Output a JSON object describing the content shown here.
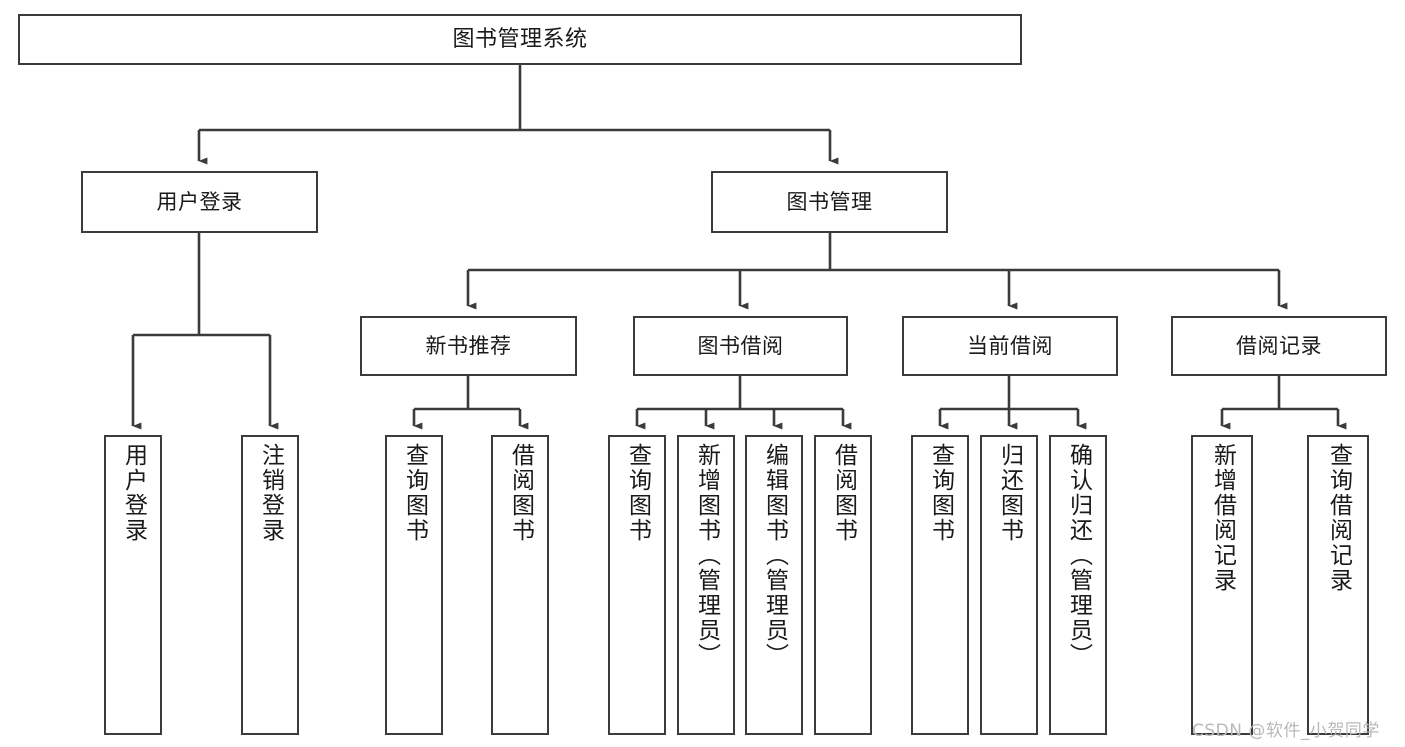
{
  "diagram": {
    "type": "tree",
    "title": "图书管理系统",
    "background_color": "#ffffff",
    "node_border_color": "#3b3b3b",
    "node_fill_color": "#ffffff",
    "edge_color": "#3b3b3b",
    "levels": 4,
    "root": {
      "label": "图书管理系统"
    },
    "branches": [
      {
        "label": "用户登录"
      },
      {
        "label": "图书管理"
      },
      {
        "label": "新书推荐"
      },
      {
        "label": "图书借阅"
      },
      {
        "label": "当前借阅"
      },
      {
        "label": "借阅记录"
      }
    ],
    "leaves": {
      "user_login": [
        {
          "label": "用户登录"
        },
        {
          "label": "注销登录"
        }
      ],
      "new_book_recommend": [
        {
          "label": "查询图书"
        },
        {
          "label": "借阅图书"
        }
      ],
      "book_borrow": [
        {
          "label": "查询图书"
        },
        {
          "label": "新增图书（管理员）"
        },
        {
          "label": "编辑图书（管理员）"
        },
        {
          "label": "借阅图书"
        }
      ],
      "current_borrow": [
        {
          "label": "查询图书"
        },
        {
          "label": "归还图书"
        },
        {
          "label": "确认归还（管理员）"
        }
      ],
      "borrow_record": [
        {
          "label": "新增借阅记录"
        },
        {
          "label": "查询借阅记录"
        }
      ]
    }
  },
  "watermark": {
    "text": "CSDN @软件_小贺同学",
    "color": "#b9b9b9"
  }
}
